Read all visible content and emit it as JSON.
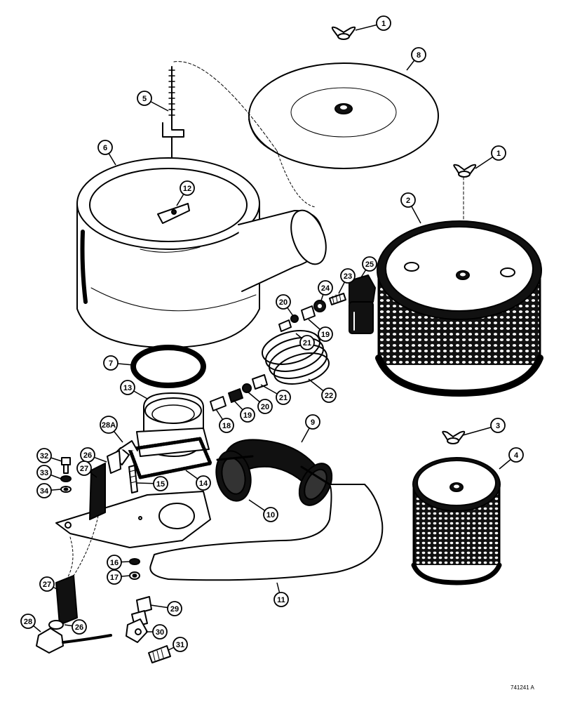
{
  "figure": {
    "reference_code": "741241 A",
    "ink_color": "#000000",
    "paper_color": "#ffffff",
    "callouts": [
      {
        "id": "c1a",
        "label": "1"
      },
      {
        "id": "c8",
        "label": "8"
      },
      {
        "id": "c5",
        "label": "5"
      },
      {
        "id": "c6",
        "label": "6"
      },
      {
        "id": "c1b",
        "label": "1"
      },
      {
        "id": "c12",
        "label": "12"
      },
      {
        "id": "c2",
        "label": "2"
      },
      {
        "id": "c25",
        "label": "25"
      },
      {
        "id": "c23",
        "label": "23"
      },
      {
        "id": "c24",
        "label": "24"
      },
      {
        "id": "c20a",
        "label": "20"
      },
      {
        "id": "c19a",
        "label": "19"
      },
      {
        "id": "c21a",
        "label": "21"
      },
      {
        "id": "c7",
        "label": "7"
      },
      {
        "id": "c22",
        "label": "22"
      },
      {
        "id": "c13",
        "label": "13"
      },
      {
        "id": "c21b",
        "label": "21"
      },
      {
        "id": "c20b",
        "label": "20"
      },
      {
        "id": "c19b",
        "label": "19"
      },
      {
        "id": "c18",
        "label": "18"
      },
      {
        "id": "c28a",
        "label": "28A"
      },
      {
        "id": "c9",
        "label": "9"
      },
      {
        "id": "c3",
        "label": "3"
      },
      {
        "id": "c32",
        "label": "32"
      },
      {
        "id": "c26a",
        "label": "26"
      },
      {
        "id": "c27a",
        "label": "27"
      },
      {
        "id": "c33",
        "label": "33"
      },
      {
        "id": "c15",
        "label": "15"
      },
      {
        "id": "c14",
        "label": "14"
      },
      {
        "id": "c4",
        "label": "4"
      },
      {
        "id": "c34",
        "label": "34"
      },
      {
        "id": "c10",
        "label": "10"
      },
      {
        "id": "c16",
        "label": "16"
      },
      {
        "id": "c17",
        "label": "17"
      },
      {
        "id": "c11",
        "label": "11"
      },
      {
        "id": "c27b",
        "label": "27"
      },
      {
        "id": "c29",
        "label": "29"
      },
      {
        "id": "c28",
        "label": "28"
      },
      {
        "id": "c26b",
        "label": "26"
      },
      {
        "id": "c30",
        "label": "30"
      },
      {
        "id": "c31",
        "label": "31"
      }
    ]
  }
}
